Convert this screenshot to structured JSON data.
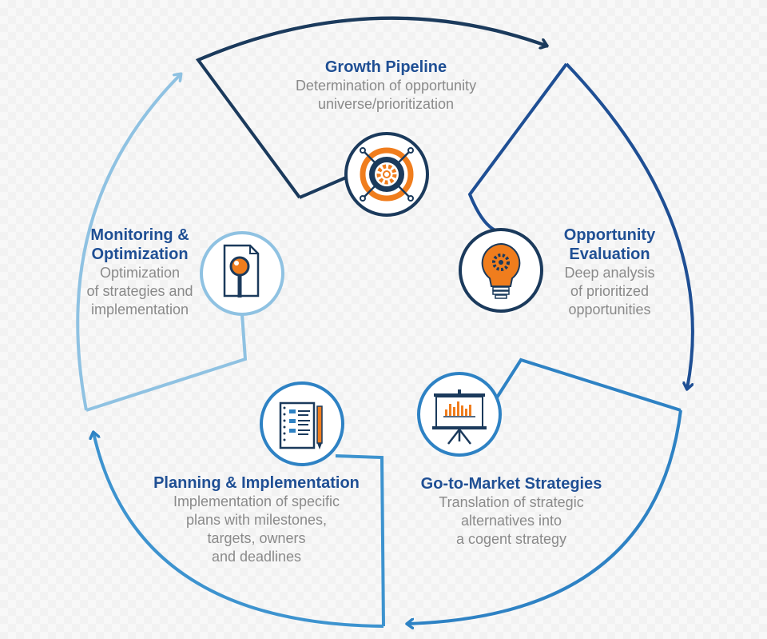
{
  "colors": {
    "navy": "#1b3a5c",
    "dark_blue": "#1f4f94",
    "mid_blue": "#2e82c4",
    "light_blue": "#8fc2e2",
    "orange": "#f07d1d",
    "text_gray": "#8a8a8a"
  },
  "steps": [
    {
      "title": "Growth Pipeline",
      "desc": [
        "Determination of opportunity",
        "universe/prioritization"
      ],
      "icon": "gear-target-icon"
    },
    {
      "title": [
        "Opportunity",
        "Evaluation"
      ],
      "desc": [
        "Deep analysis",
        "of prioritized",
        "opportunities"
      ],
      "icon": "lightbulb-gear-icon"
    },
    {
      "title": "Go-to-Market Strategies",
      "desc": [
        "Translation of strategic",
        "alternatives into",
        "a cogent strategy"
      ],
      "icon": "presentation-board-icon"
    },
    {
      "title": "Planning & Implementation",
      "desc": [
        "Implementation of specific",
        "plans with milestones,",
        "targets, owners",
        "and deadlines"
      ],
      "icon": "notepad-pencil-icon"
    },
    {
      "title": [
        "Monitoring &",
        "Optimization"
      ],
      "desc": [
        "Optimization",
        "of strategies and",
        "implementation"
      ],
      "icon": "document-magnifier-icon"
    }
  ]
}
